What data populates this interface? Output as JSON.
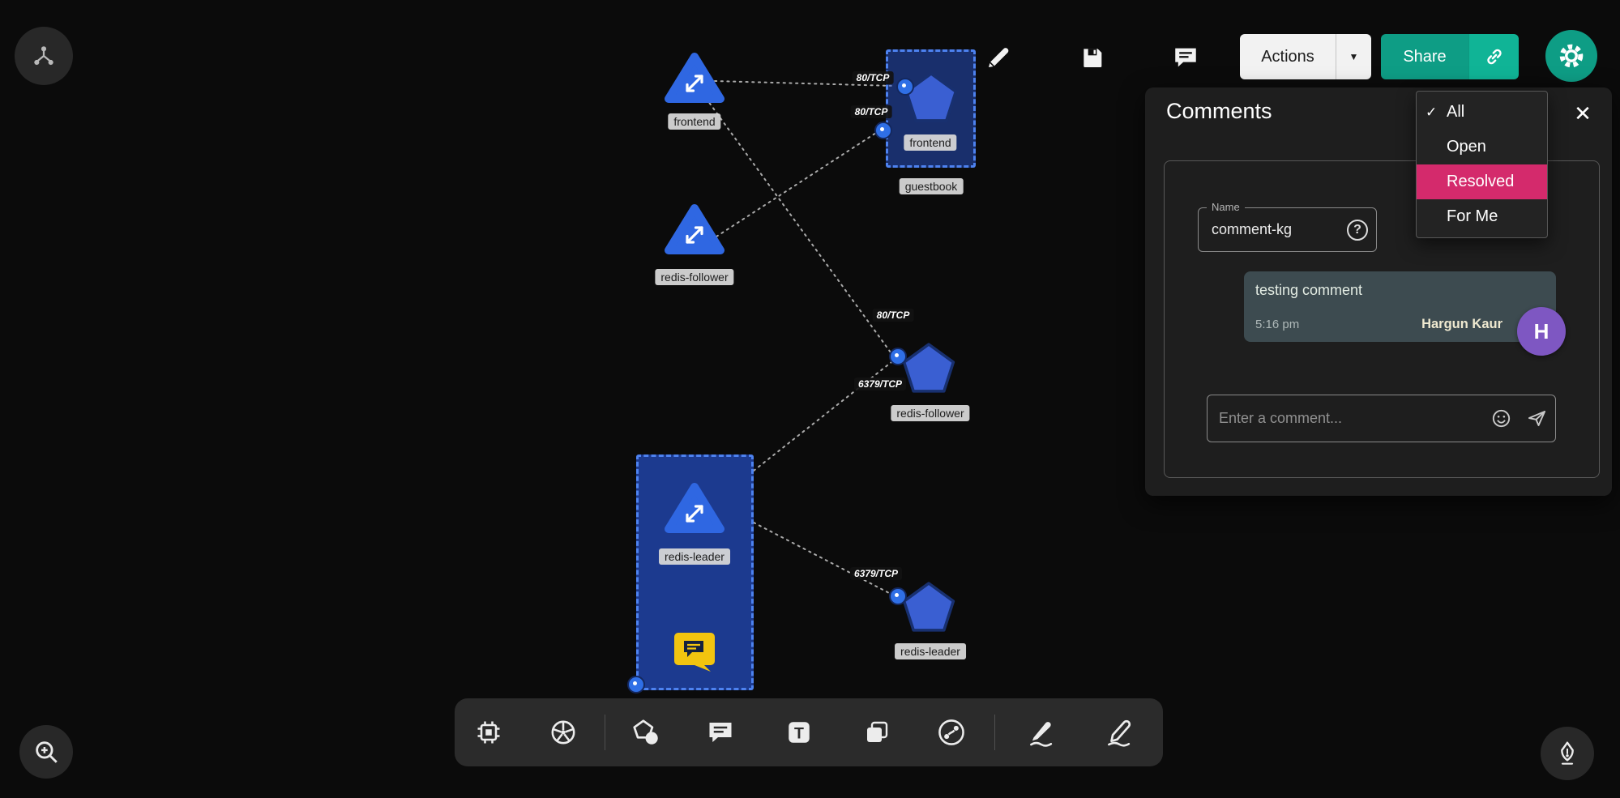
{
  "topbar": {
    "actions_label": "Actions",
    "share_label": "Share"
  },
  "comments_panel": {
    "title": "Comments",
    "filter": {
      "items": [
        {
          "label": "All",
          "checked": true
        },
        {
          "label": "Open",
          "checked": false
        },
        {
          "label": "Resolved",
          "checked": false,
          "highlighted": true
        },
        {
          "label": "For Me",
          "checked": false
        }
      ]
    },
    "name_field": {
      "label": "Name",
      "value": "comment-kg"
    },
    "comment": {
      "text": "testing comment",
      "time": "5:16 pm",
      "author": "Hargun Kaur",
      "avatar_initial": "H"
    },
    "input": {
      "placeholder": "Enter a comment..."
    }
  },
  "diagram": {
    "nodes": [
      {
        "type": "service",
        "label": "frontend"
      },
      {
        "type": "workload",
        "label": "frontend"
      },
      {
        "type": "group",
        "label": "guestbook"
      },
      {
        "type": "service",
        "label": "redis-follower"
      },
      {
        "type": "workload",
        "label": "redis-follower"
      },
      {
        "type": "service",
        "label": "redis-leader"
      },
      {
        "type": "workload",
        "label": "redis-leader"
      }
    ],
    "edges": [
      {
        "label": "80/TCP"
      },
      {
        "label": "80/TCP"
      },
      {
        "label": "80/TCP"
      },
      {
        "label": "6379/TCP"
      },
      {
        "label": "6379/TCP"
      }
    ]
  },
  "icons": {
    "close": "✕",
    "check": "✓",
    "dropdown": "▼",
    "help": "?",
    "text_tool": "T"
  },
  "colors": {
    "background": "#0b0b0b",
    "accent_teal": "#0e9d85",
    "accent_teal_bright": "#10b496",
    "resolved_highlight": "#d42a6c",
    "node_blue": "#2f67e2",
    "pentagon_blue": "#3a5fd2",
    "selection_blue": "#4d82f0",
    "avatar_purple": "#7e57c2",
    "note_yellow": "#f2c40f",
    "comment_card": "#3d4b50"
  }
}
